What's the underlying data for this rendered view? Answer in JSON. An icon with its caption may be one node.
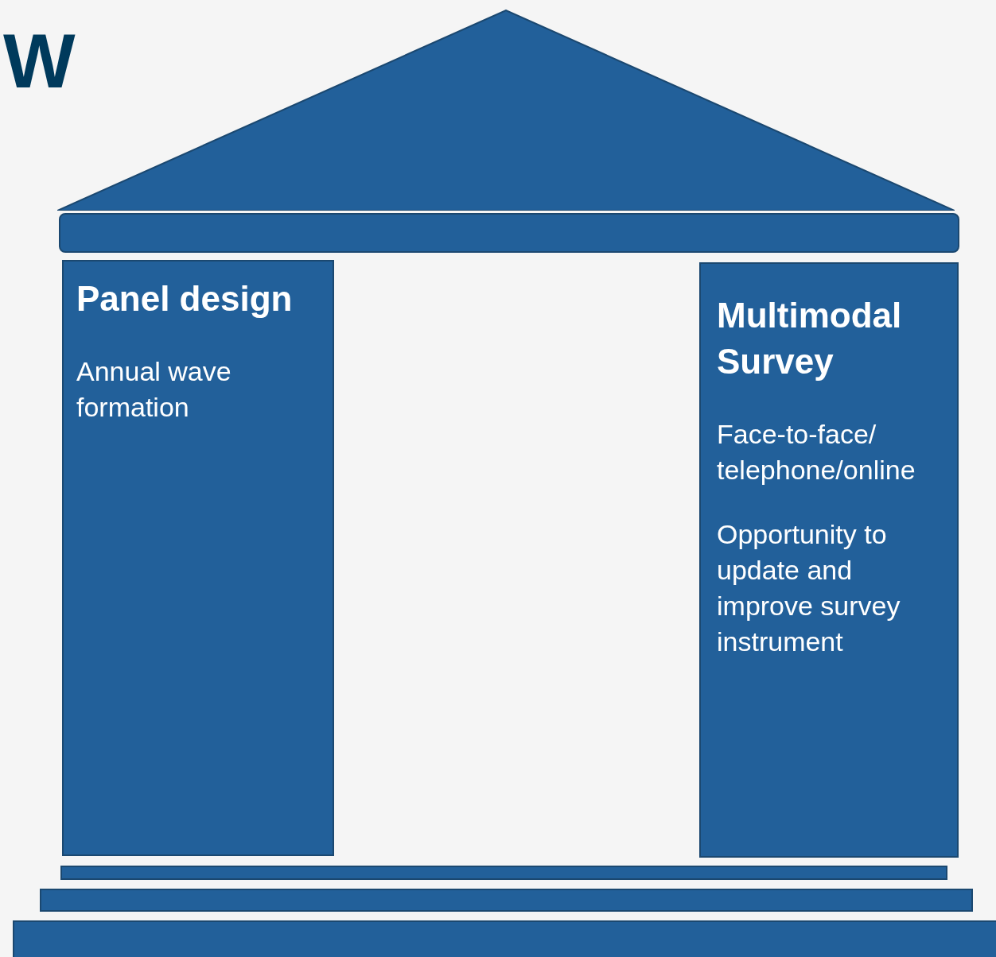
{
  "diagram": {
    "title": "W",
    "nodes": [
      {
        "text": [],
        "shape": "triangle"
      },
      {
        "text": [],
        "shape": "box"
      },
      {
        "text": [
          "Panel design",
          "Annual wave formation"
        ]
      },
      {
        "text": [
          "Multimodal Survey",
          "Face-to-face/telephone/online",
          "Opportunity to update and improve survey instrument"
        ]
      },
      {
        "text": [],
        "shape": "box"
      },
      {
        "text": [],
        "shape": "box"
      },
      {
        "text": [],
        "shape": "box"
      }
    ],
    "edges": []
  }
}
